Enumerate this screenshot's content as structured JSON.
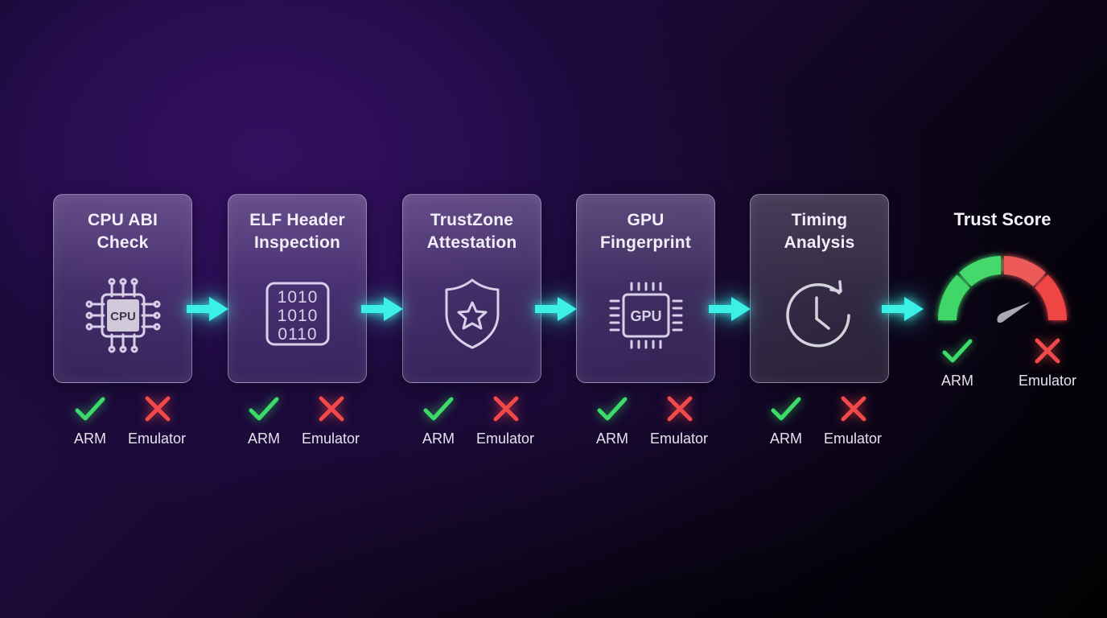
{
  "diagram": {
    "stages": [
      {
        "id": "cpu-abi",
        "title": "CPU ABI\nCheck",
        "icon": "cpu-chip-icon",
        "icon_text": "CPU",
        "pass_label": "ARM",
        "fail_label": "Emulator"
      },
      {
        "id": "elf-header",
        "title": "ELF Header\nInspection",
        "icon": "binary-code-icon",
        "icon_lines": [
          "1010",
          "1010",
          "0110"
        ],
        "pass_label": "ARM",
        "fail_label": "Emulator"
      },
      {
        "id": "trustzone",
        "title": "TrustZone\nAttestation",
        "icon": "shield-star-icon",
        "pass_label": "ARM",
        "fail_label": "Emulator"
      },
      {
        "id": "gpu",
        "title": "GPU\nFingerprint",
        "icon": "gpu-chip-icon",
        "icon_text": "GPU",
        "pass_label": "ARM",
        "fail_label": "Emulator"
      },
      {
        "id": "timing",
        "title": "Timing\nAnalysis",
        "icon": "clock-refresh-icon",
        "pass_label": "ARM",
        "fail_label": "Emulator"
      }
    ],
    "result": {
      "title": "Trust Score",
      "icon": "gauge-icon",
      "pass_label": "ARM",
      "fail_label": "Emulator",
      "segments": [
        "green",
        "green",
        "red",
        "red"
      ]
    },
    "connector_icon": "arrow-right-icon",
    "pass_icon": "checkmark-icon",
    "fail_icon": "cross-icon"
  },
  "colors": {
    "arrow": "#3cf0e6",
    "pass": "#3ddc6a",
    "fail": "#f04a4a",
    "gauge_green": "#3fd767",
    "gauge_red": "#ef4747",
    "needle": "#a7aab5",
    "card_icon": "#d8d0ea",
    "text": "#f2eefa"
  }
}
